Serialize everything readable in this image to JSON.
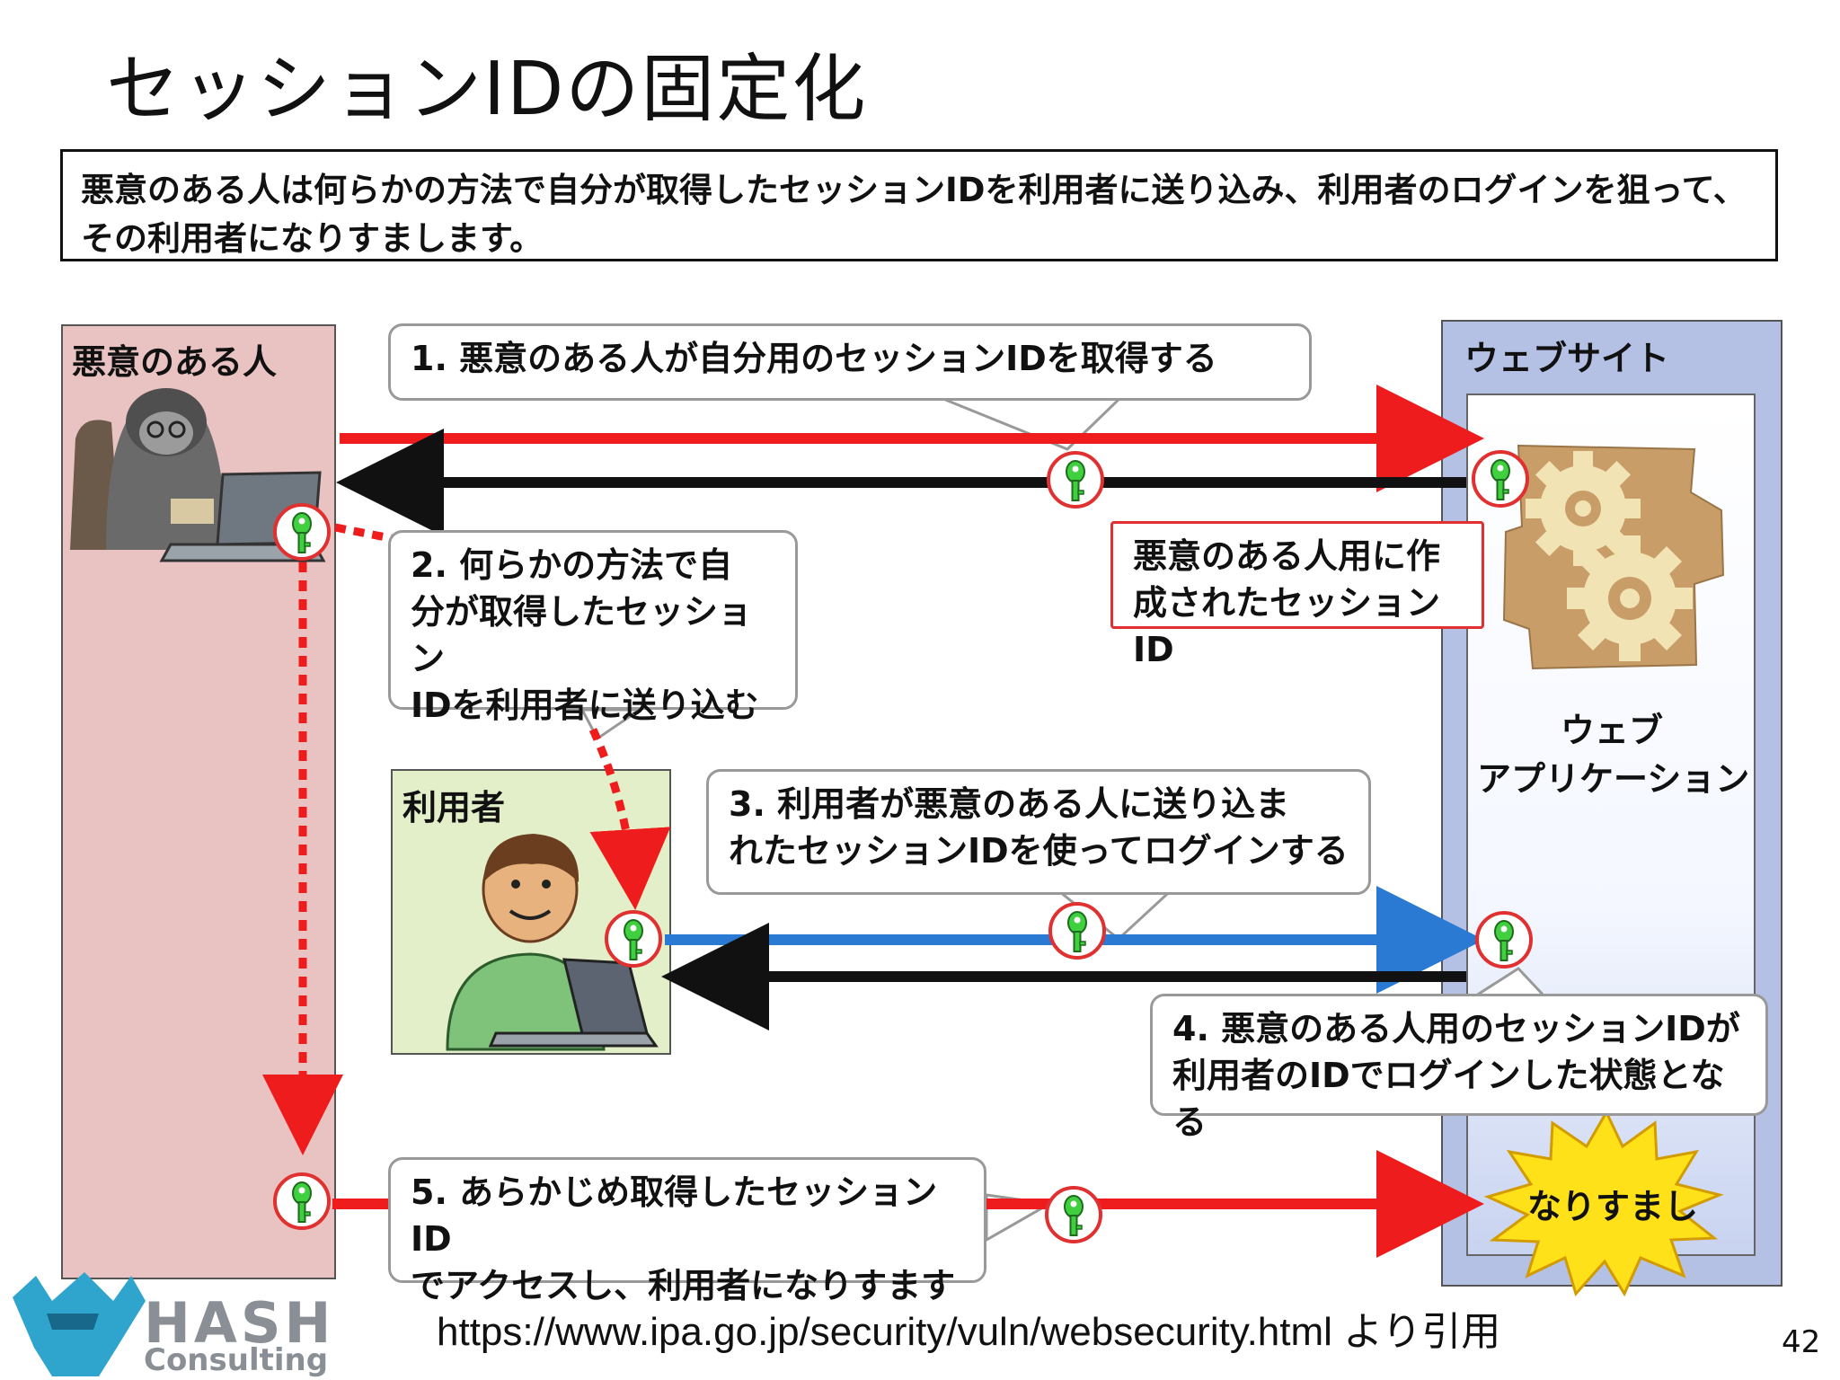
{
  "title": "セッションIDの固定化",
  "summary": "悪意のある人は何らかの方法で自分が取得したセッションIDを利用者に送り込み、利用者のログインを狙って、その利用者になりすまします。",
  "attacker": {
    "label": "悪意のある人"
  },
  "user": {
    "label": "利用者"
  },
  "website": {
    "label": "ウェブサイト",
    "app_label": [
      "ウェブ",
      "アプリケーション"
    ]
  },
  "steps": [
    {
      "lines": [
        "1. 悪意のある人が自分用のセッションIDを取得する"
      ]
    },
    {
      "lines": [
        "2. 何らかの方法で自",
        "分が取得したセッション",
        "IDを利用者に送り込む"
      ]
    },
    {
      "lines": [
        "3. 利用者が悪意のある人に送り込ま",
        "れたセッションIDを使ってログインする"
      ]
    },
    {
      "lines": [
        "4. 悪意のある人用のセッションIDが",
        "利用者のIDでログインした状態となる"
      ]
    },
    {
      "lines": [
        "5. あらかじめ取得したセッションID",
        "でアクセスし、利用者になりすます"
      ]
    }
  ],
  "session_note": {
    "lines": [
      "悪意のある人用に作",
      "成されたセッションID"
    ]
  },
  "impersonation": "なりすまし",
  "source_url": "https://www.ipa.go.jp/security/vuln/websecurity.html より引用",
  "page_number": "42",
  "logo": {
    "word1": "HASH",
    "word2": "Consulting"
  },
  "colors": {
    "attack_arrow": "#ee1c1c",
    "user_arrow": "#2a7ad4",
    "key": "#3fcf3f"
  }
}
